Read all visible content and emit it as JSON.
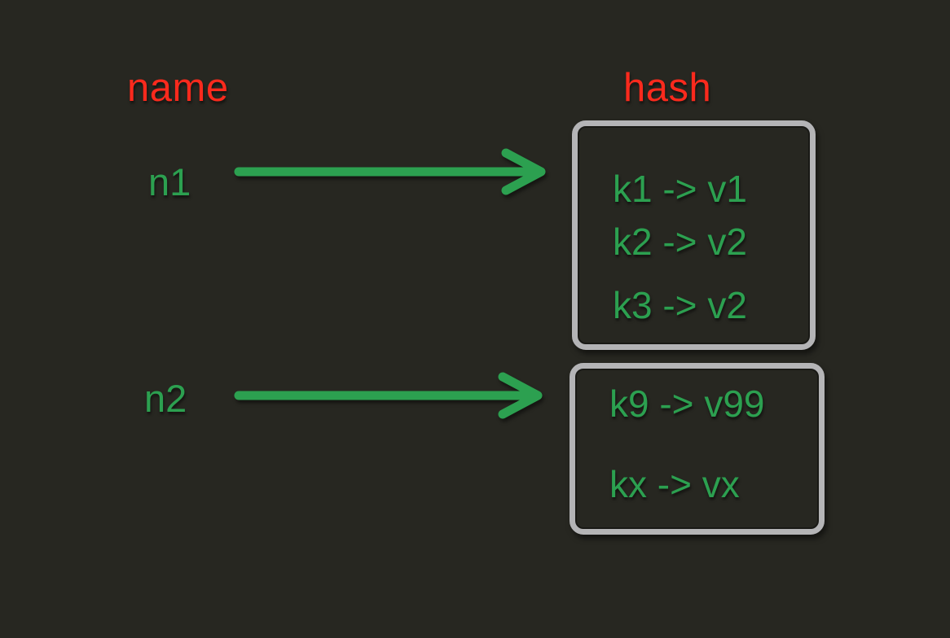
{
  "diagram": {
    "title": "name to hash mapping diagram",
    "colors": {
      "background": "#272721",
      "header_red": "#fa2a1d",
      "green": "#2ca050",
      "box_border": "#b4b4b6"
    },
    "headers": {
      "name_column": "name",
      "hash_column": "hash"
    },
    "names": [
      {
        "label": "n1"
      },
      {
        "label": "n2"
      }
    ],
    "arrows": [
      {
        "from": "n1",
        "to": "hash-box-1"
      },
      {
        "from": "n2",
        "to": "hash-box-2"
      }
    ],
    "hashes": [
      {
        "entries": [
          "k1 -> v1",
          "k2 -> v2",
          "k3 -> v2"
        ]
      },
      {
        "entries": [
          "k9 -> v99",
          "kx -> vx"
        ]
      }
    ]
  }
}
